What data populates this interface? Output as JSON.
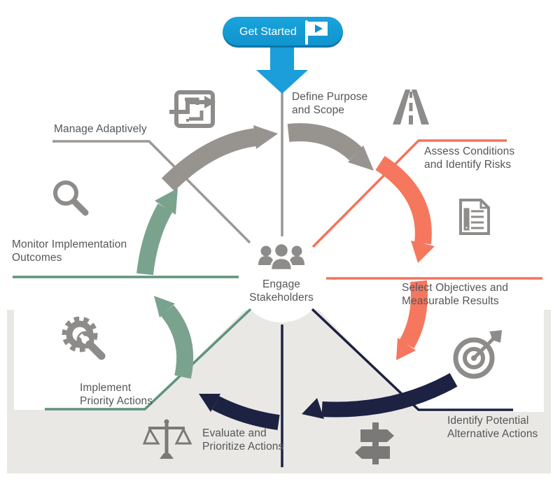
{
  "start_button": {
    "label": "Get Started",
    "icon": "flag-icon",
    "color": "#129bd5"
  },
  "center": {
    "label": "Engage Stakeholders",
    "icon": "people-icon"
  },
  "steps": [
    {
      "label": "Define Purpose and Scope",
      "icon": "road-icon",
      "phase_color": "#9b9895"
    },
    {
      "label": "Assess Conditions and Identify Risks",
      "icon": "checklist-icon",
      "phase_color": "#f3745b"
    },
    {
      "label": "Select Objectives and Measurable Results",
      "icon": "target-icon",
      "phase_color": "#f3745b"
    },
    {
      "label": "Identify Potential Alternative Actions",
      "icon": "signpost-icon",
      "phase_color": "#1d2142"
    },
    {
      "label": "Evaluate and Prioritize Actions",
      "icon": "scales-icon",
      "phase_color": "#1d2142"
    },
    {
      "label": "Implement Priority Actions",
      "icon": "gear-wrench-icon",
      "phase_color": "#5d947b"
    },
    {
      "label": "Monitor Implementation Outcomes",
      "icon": "magnifier-icon",
      "phase_color": "#5d947b"
    },
    {
      "label": "Manage Adaptively",
      "icon": "maze-icon",
      "phase_color": "#9b9895"
    }
  ],
  "icons": [
    "flag-icon",
    "people-icon",
    "maze-icon",
    "road-icon",
    "checklist-icon",
    "target-icon",
    "signpost-icon",
    "scales-icon",
    "gear-wrench-icon",
    "magnifier-icon"
  ],
  "colors": {
    "start_blue": "#129bd5",
    "arrow_blue": "#1b9ed9",
    "phase_gray": "#9b9895",
    "phase_orange": "#f3745b",
    "phase_navy": "#1d2142",
    "phase_green_line": "#5d947b",
    "phase_green_arrow": "#7aa38e",
    "icon_gray": "#8d8c8a",
    "band_gray": "#e9e8e5",
    "label_text": "#55565a"
  }
}
